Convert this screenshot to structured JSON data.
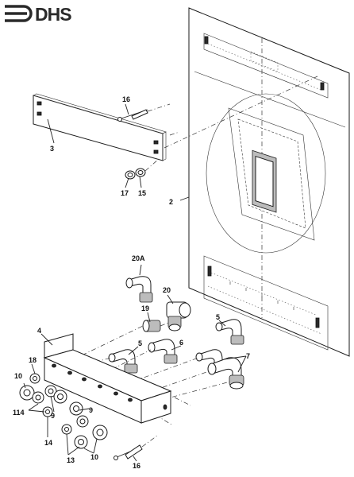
{
  "logo": {
    "text": "DHS",
    "icon": "dhs-logo-icon"
  },
  "callouts": {
    "c2": "2",
    "c3": "3",
    "c4": "4",
    "c5a": "5",
    "c5b": "5",
    "c6": "6",
    "c7": "7",
    "c9a": "9",
    "c9b": "9",
    "c10a": "10",
    "c10b": "10",
    "c13": "13",
    "c14": "14",
    "c15": "15",
    "c16a": "16",
    "c16b": "16",
    "c17": "17",
    "c18": "18",
    "c19": "19",
    "c20": "20",
    "c20a": "20A",
    "c114": "114"
  }
}
